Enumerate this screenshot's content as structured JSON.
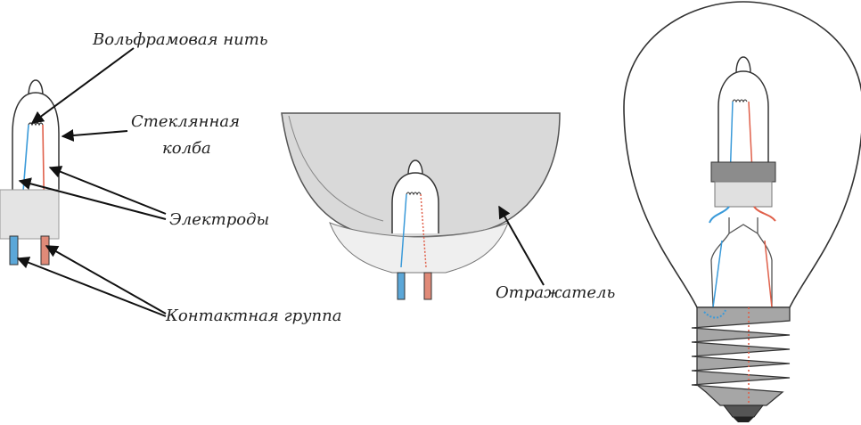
{
  "labels": {
    "filament": "Вольфрамовая нить",
    "glass_bulb_line1": "Стеклянная",
    "glass_bulb_line2": "колба",
    "electrodes": "Электроды",
    "contact_group": "Контактная группа",
    "reflector": "Отражатель"
  },
  "colors": {
    "outline": "#333333",
    "arrow": "#111111",
    "electrode_left": "#3a9ad9",
    "electrode_right": "#e0604a",
    "reflector_fill": "#d9d9d9",
    "base_fill": "#e4e4e4",
    "pin_left": "#5ba7d8",
    "pin_right": "#e08a78",
    "socket_fill": "#9a9a9a",
    "block_fill": "#8c8c8c",
    "tip_fill": "#222222"
  }
}
